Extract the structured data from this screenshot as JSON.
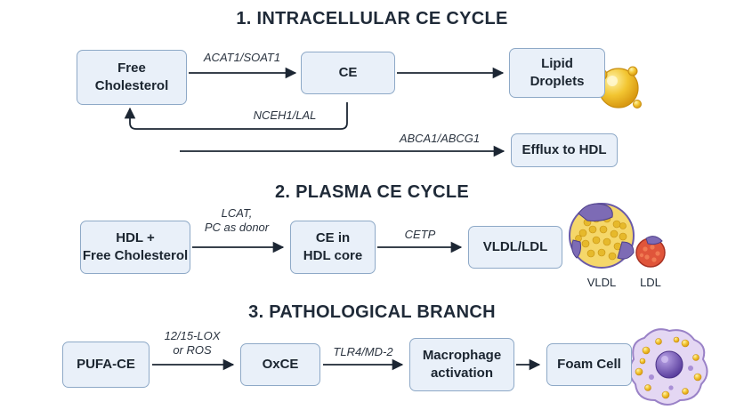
{
  "sections": {
    "intracellular": {
      "title": "1. INTRACELLULAR CE CYCLE",
      "nodes": {
        "free_cholesterol": "Free\nCholesterol",
        "ce": "CE",
        "lipid_droplets": "Lipid\nDroplets",
        "efflux": "Efflux to HDL"
      },
      "edges": {
        "acat": "ACAT1/SOAT1",
        "nceh": "NCEH1/LAL",
        "abca": "ABCA1/ABCG1"
      }
    },
    "plasma": {
      "title": "2. PLASMA CE CYCLE",
      "nodes": {
        "hdl": "HDL +\nFree Cholesterol",
        "ce_hdl": "CE in\nHDL core",
        "vldl_ldl": "VLDL/LDL"
      },
      "edges": {
        "lcat": "LCAT,\nPC as donor",
        "cetp": "CETP"
      },
      "captions": {
        "vldl": "VLDL",
        "ldl": "LDL"
      }
    },
    "pathological": {
      "title": "3. PATHOLOGICAL BRANCH",
      "nodes": {
        "pufa": "PUFA-CE",
        "oxce": "OxCE",
        "macrophage": "Macrophage\nactivation",
        "foam": "Foam Cell"
      },
      "edges": {
        "lox": "12/15-LOX\nor ROS",
        "tlr": "TLR4/MD-2"
      }
    }
  },
  "colors": {
    "box_fill": "#e9f0f9",
    "box_border": "#8ea9c7",
    "arrow": "#1c2633",
    "lipid_yellow": "#f2c531",
    "lipoprotein_purple": "#7d6bb5",
    "ldl_red": "#e0553a",
    "foam_cell_lilac": "#d9c9ee"
  }
}
